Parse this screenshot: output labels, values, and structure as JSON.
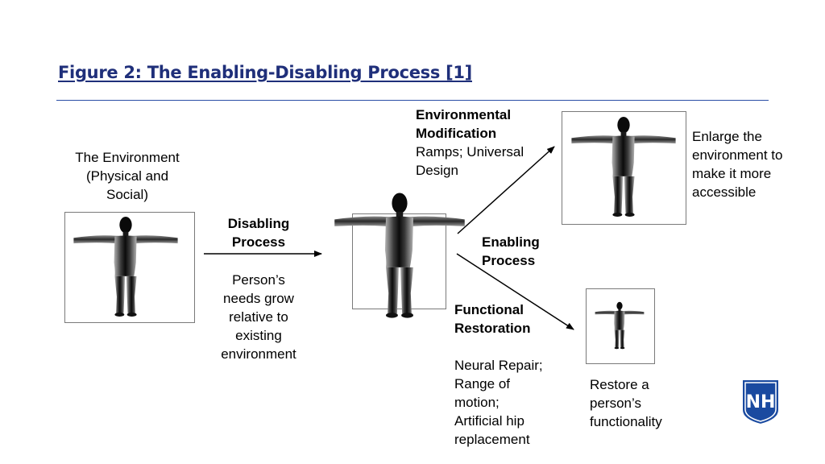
{
  "title": "Figure 2: The Enabling-Disabling Process [1]",
  "environment": {
    "line1": "The Environment",
    "line2": "(Physical and",
    "line3": "Social)"
  },
  "disabling": {
    "title1": "Disabling",
    "title2": "Process",
    "desc": [
      "Person’s",
      "needs grow",
      "relative to",
      "existing",
      "environment"
    ]
  },
  "env_mod": {
    "title1": "Environmental",
    "title2": "Modification",
    "desc1": "Ramps; Universal",
    "desc2": "Design"
  },
  "enlarge": {
    "lines": [
      "Enlarge the",
      "environment to",
      "make it more",
      "accessible"
    ]
  },
  "enabling": {
    "title1": "Enabling",
    "title2": "Process"
  },
  "functional": {
    "title1": "Functional",
    "title2": "Restoration",
    "desc": [
      "Neural Repair;",
      "Range of",
      "motion;",
      "Artificial hip",
      "replacement"
    ]
  },
  "restore": {
    "lines": [
      "Restore a",
      "person’s",
      "functionality"
    ]
  },
  "logo": {
    "text": "NH",
    "color": "#1a4aa0"
  },
  "colors": {
    "title": "#1f2f7a",
    "rule": "#2a4ea6",
    "figure": "#1a1a1a"
  }
}
